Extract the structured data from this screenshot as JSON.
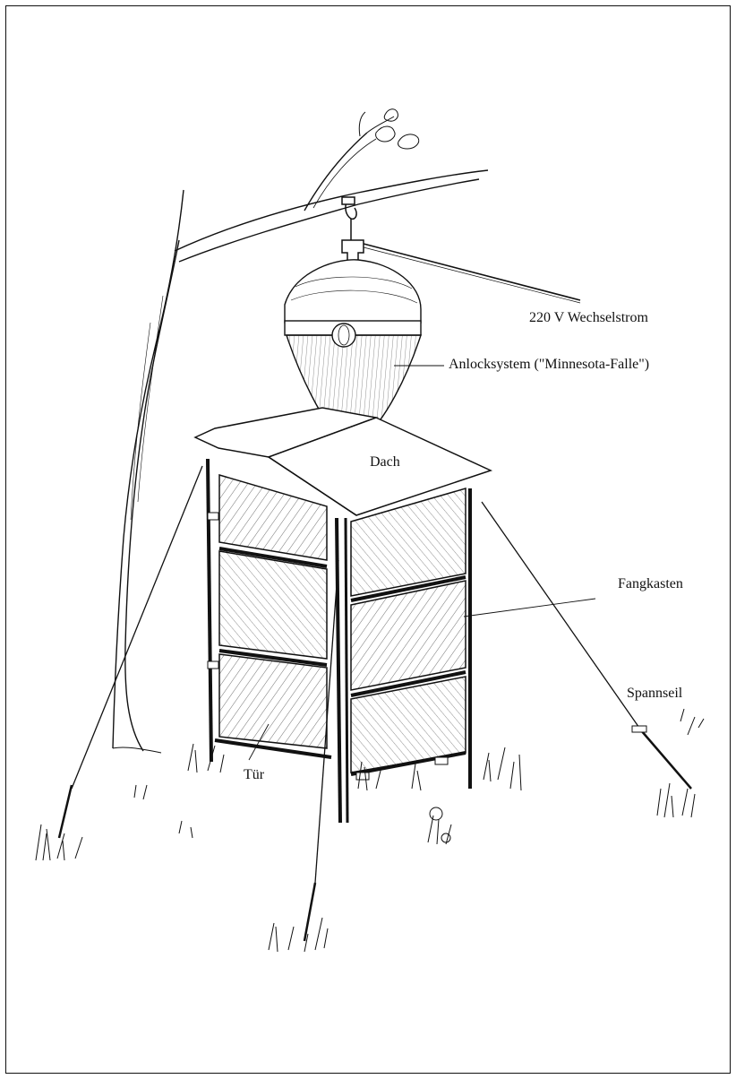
{
  "labels": {
    "power": "220 V Wechselstrom",
    "lure": "Anlocksystem (\"Minnesota-Falle\")",
    "roof": "Dach",
    "box": "Fangkasten",
    "rope": "Spannseil",
    "door": "Tür"
  },
  "colors": {
    "ink": "#111111",
    "paper": "#ffffff"
  }
}
